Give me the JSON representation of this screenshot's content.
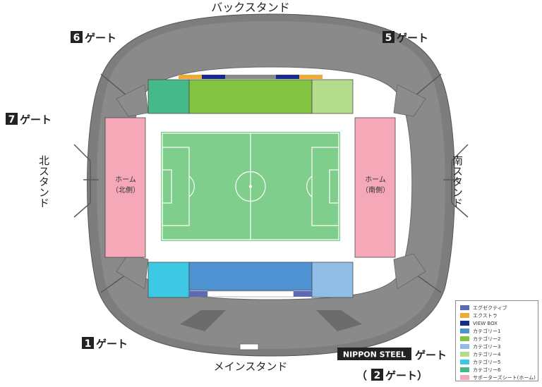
{
  "stands": {
    "back": "バックスタンド",
    "main": "メインスタンド",
    "north": "北スタンド",
    "south": "南スタンド"
  },
  "gates": {
    "gate1": {
      "num": "1",
      "label": "ゲート"
    },
    "gate5": {
      "num": "5",
      "label": "ゲート"
    },
    "gate6": {
      "num": "6",
      "label": "ゲート"
    },
    "gate7": {
      "num": "7",
      "label": "ゲート"
    },
    "nippon": {
      "brand": "NIPPON STEEL",
      "label": "ゲート",
      "paren_open": "（",
      "num": "2",
      "paren_close": "ゲート）"
    }
  },
  "seats": {
    "home_north": {
      "line1": "ホーム",
      "line2": "（北側）"
    },
    "home_south": {
      "line1": "ホーム",
      "line2": "（南側）"
    }
  },
  "legend": [
    {
      "label": "エグゼクティブ",
      "color": "#5b6ab7"
    },
    {
      "label": "エクストラ",
      "color": "#f2a93b"
    },
    {
      "label": "VIEW BOX",
      "color": "#1a2a8a"
    },
    {
      "label": "カテゴリー1",
      "color": "#4f92d2"
    },
    {
      "label": "カテゴリー2",
      "color": "#84c341"
    },
    {
      "label": "カテゴリー3",
      "color": "#8fbde6"
    },
    {
      "label": "カテゴリー4",
      "color": "#b5dc8c"
    },
    {
      "label": "カテゴリー5",
      "color": "#3cc8e3"
    },
    {
      "label": "カテゴリー6",
      "color": "#45b98a"
    },
    {
      "label": "サポーターズシート(ホーム)",
      "color": "#f5a9b8"
    }
  ],
  "colors": {
    "stand_gray": "#7d7d7d",
    "concourse": "#ffffff",
    "pitch": "#7fce8b",
    "pitch_lines": "#ffffff",
    "outline": "#555555"
  }
}
